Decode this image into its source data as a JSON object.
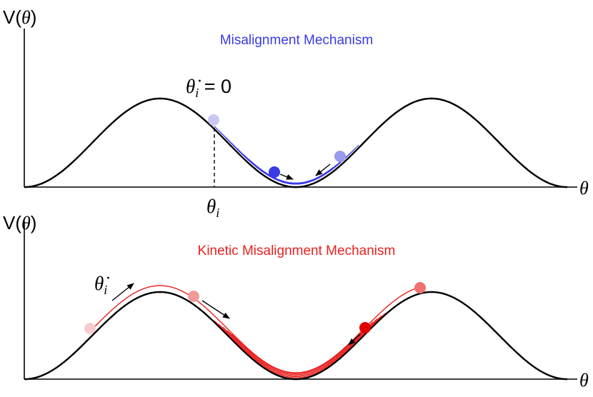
{
  "colors": {
    "potential": "#000000",
    "mm": "#3a3ae6",
    "kmm": "#ea2020"
  },
  "top_panel": {
    "y_axis_label": "V(",
    "y_axis_var": "θ",
    "y_axis_close": ")",
    "x_axis_var": "θ",
    "title": "Misalignment Mechanism",
    "initial_velocity_var": "θ̇",
    "initial_velocity_sub": "i",
    "initial_velocity_eq": " = 0",
    "initial_position_var": "θ",
    "initial_position_sub": "i"
  },
  "bottom_panel": {
    "y_axis_label": "V(",
    "y_axis_var": "θ",
    "y_axis_close": ")",
    "x_axis_var": "θ",
    "title": "Kinetic Misalignment Mechanism",
    "initial_velocity_var": "θ̇",
    "initial_velocity_sub": "i"
  }
}
